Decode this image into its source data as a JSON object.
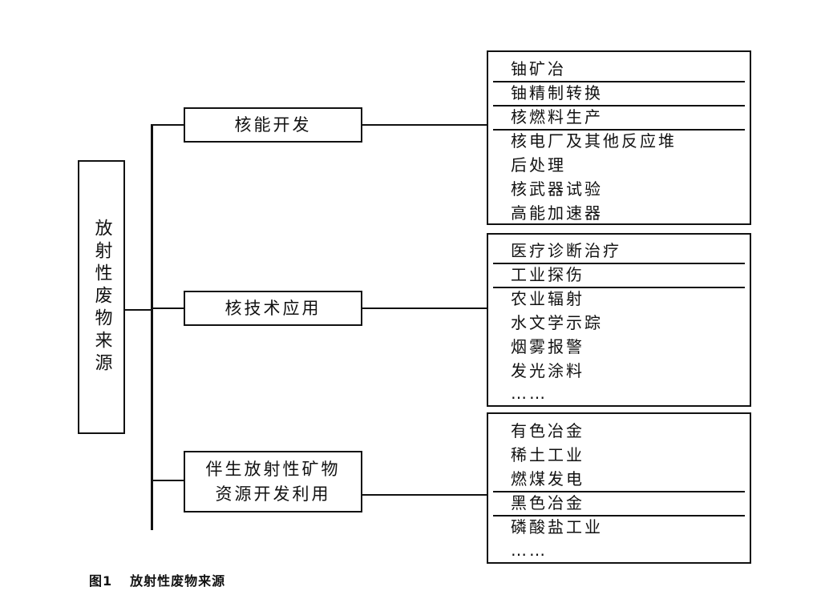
{
  "root": {
    "label": "放射性废物来源"
  },
  "categories": [
    {
      "lines": [
        "核能开发"
      ],
      "items": [
        "铀矿冶",
        "铀精制转换",
        "核燃料生产",
        "核电厂及其他反应堆",
        "后处理",
        "核武器试验",
        "高能加速器"
      ]
    },
    {
      "lines": [
        "核技术应用"
      ],
      "items": [
        "医疗诊断治疗",
        "工业探伤",
        "农业辐射",
        "水文学示踪",
        "烟雾报警",
        "发光涂料",
        "……"
      ]
    },
    {
      "lines": [
        "伴生放射性矿物",
        "资源开发利用"
      ],
      "items": [
        "有色冶金",
        "稀土工业",
        "燃煤发电",
        "黑色冶金",
        "磷酸盐工业",
        "……"
      ]
    }
  ],
  "caption": {
    "number": "图1",
    "text": "放射性废物来源"
  }
}
